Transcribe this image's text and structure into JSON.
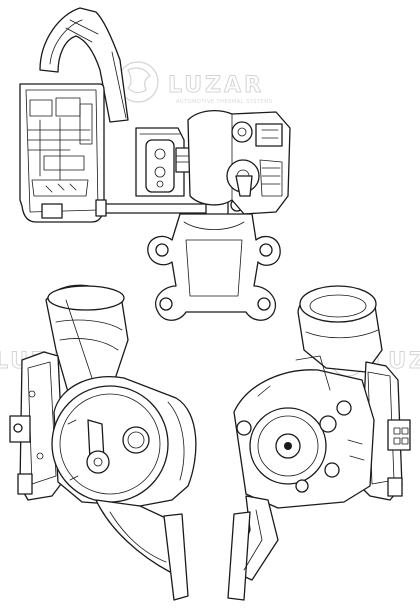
{
  "watermark": {
    "brand": "LUZAR",
    "tagline": "AUTOMOTIVE THERMAL SYSTEMS"
  },
  "views": [
    "top-view",
    "front-left-view",
    "front-right-view"
  ]
}
